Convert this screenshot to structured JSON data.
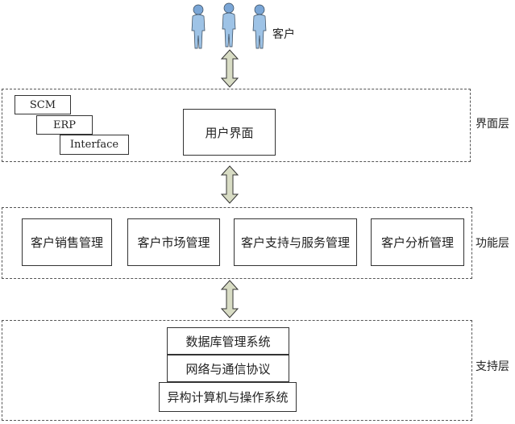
{
  "customer": {
    "label": "客户"
  },
  "interface_layer": {
    "label": "界面层",
    "systems": [
      "SCM",
      "ERP",
      "Interface"
    ],
    "user_interface": "用户界面"
  },
  "function_layer": {
    "label": "功能层",
    "modules": [
      "客户销售管理",
      "客户市场管理",
      "客户支持与服务管理",
      "客户分析管理"
    ]
  },
  "support_layer": {
    "label": "支持层",
    "stack": [
      "数据库管理系统",
      "网络与通信协议",
      "异构计算机与操作系统"
    ]
  },
  "colors": {
    "person": "#9ec3e6",
    "arrow_fill": "#d8dcc4",
    "dashed_border": "#555555"
  },
  "icons": [
    "person-icon",
    "double-arrow-icon"
  ]
}
